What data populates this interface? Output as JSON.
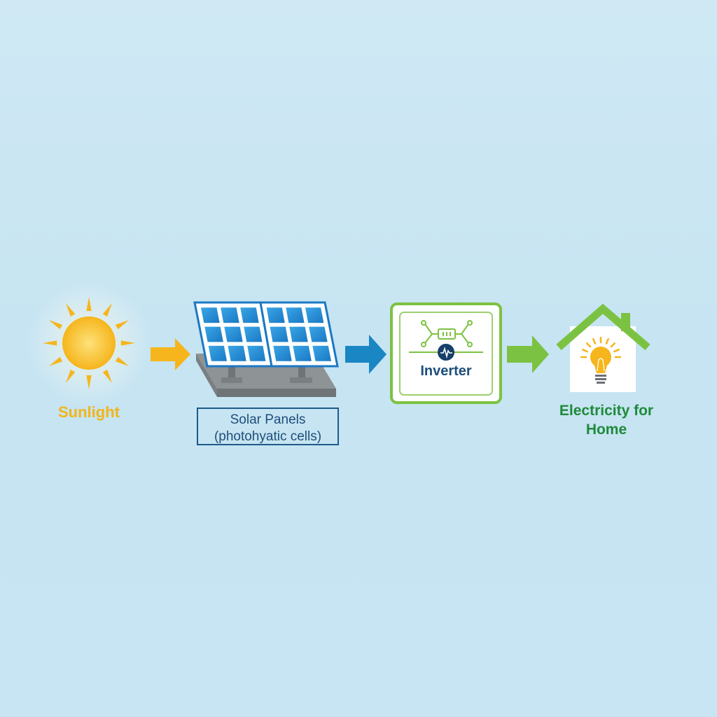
{
  "diagram": {
    "steps": [
      {
        "id": "sunlight",
        "label": "Sunlight",
        "icon": "sun-icon",
        "color": "#f2b51a"
      },
      {
        "id": "solar-panels",
        "label_line1": "Solar Panels",
        "label_line2": "(photohyatic cells)",
        "icon": "solar-panel-icon",
        "color": "#1d4e7a"
      },
      {
        "id": "inverter",
        "label": "Inverter",
        "icon": "circuit-icon",
        "color": "#7cc242"
      },
      {
        "id": "home",
        "label_line1": "Electricity for",
        "label_line2": "Home",
        "icon": "house-lightbulb-icon",
        "color": "#1e8a3a"
      }
    ],
    "arrows": [
      {
        "from": "sunlight",
        "to": "solar-panels",
        "color": "#f6b51c"
      },
      {
        "from": "solar-panels",
        "to": "inverter",
        "color": "#1a86c4"
      },
      {
        "from": "inverter",
        "to": "home",
        "color": "#7cc242"
      }
    ]
  }
}
